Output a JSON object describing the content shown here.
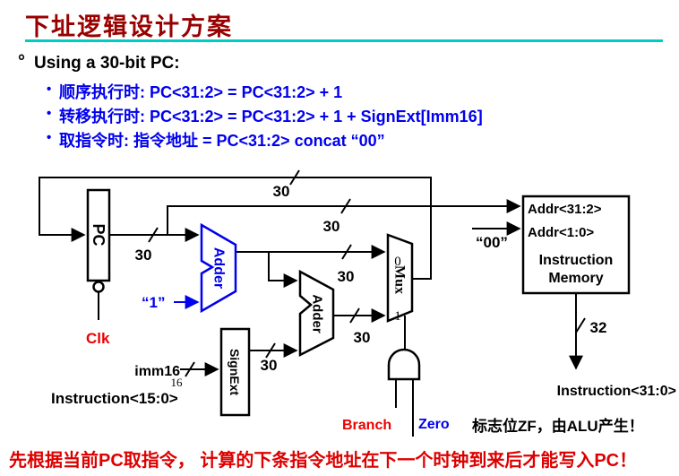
{
  "title": "下址逻辑设计方案",
  "content": {
    "heading_bullet": "°",
    "heading": "Using a 30-bit PC:",
    "bullet_glyph": "•",
    "bullets": [
      "顺序执行时:  PC<31:2> = PC<31:2> + 1",
      "转移执行时: PC<31:2> = PC<31:2> + 1 + SignExt[Imm16]",
      "取指令时: 指令地址 = PC<31:2> concat “00”"
    ]
  },
  "diagram": {
    "pc": "PC",
    "clk": "Clk",
    "adder": "Adder",
    "signext": "SignExt",
    "mux": "Mux",
    "mux_in0": "0",
    "mux_in1": "1",
    "const_one": "“1”",
    "const_zero2": "“00”",
    "imm16": "imm16",
    "instr_15_0": "Instruction<15:0>",
    "branch": "Branch",
    "zero": "Zero",
    "imem_addr_hi": "Addr<31:2>",
    "imem_addr_lo": "Addr<1:0>",
    "imem_name1": "Instruction",
    "imem_name2": "Memory",
    "instr_31_0": "Instruction<31:0>",
    "zf_note": "标志位ZF，由ALU产生！",
    "bus30": "30",
    "bus32": "32",
    "bus16": "16"
  },
  "footer": "先根据当前PC取指令， 计算的下条指令地址在下一个时钟到来后才能写入PC！",
  "colors": {
    "title_red": "#990000",
    "underline_cyan": "#00CCC4",
    "blue": "#0000EE",
    "bright_red": "#EE0000",
    "footer_red": "#DD0000"
  }
}
